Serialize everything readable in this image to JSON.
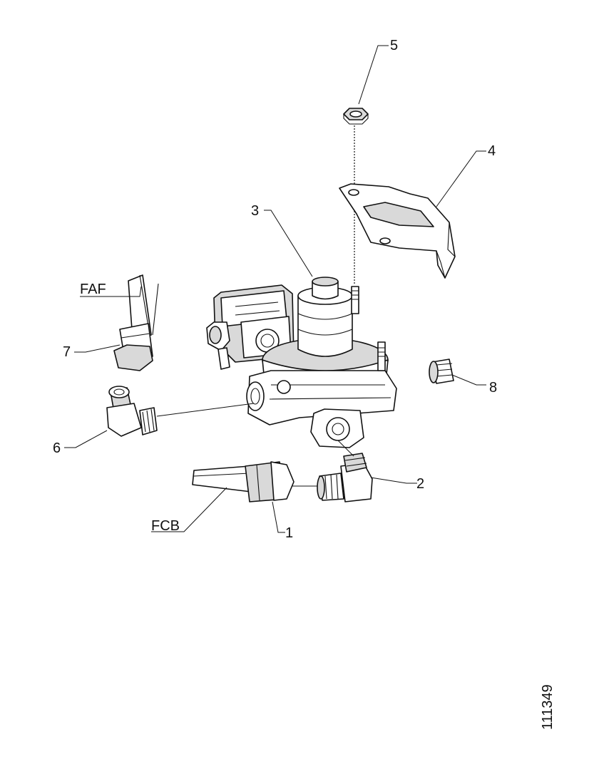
{
  "diagram": {
    "callouts": [
      "1",
      "2",
      "3",
      "4",
      "5",
      "6",
      "7",
      "8"
    ],
    "pipe_labels": {
      "faf": "FAF",
      "fcb": "FCB"
    },
    "reference_number": "111349"
  }
}
